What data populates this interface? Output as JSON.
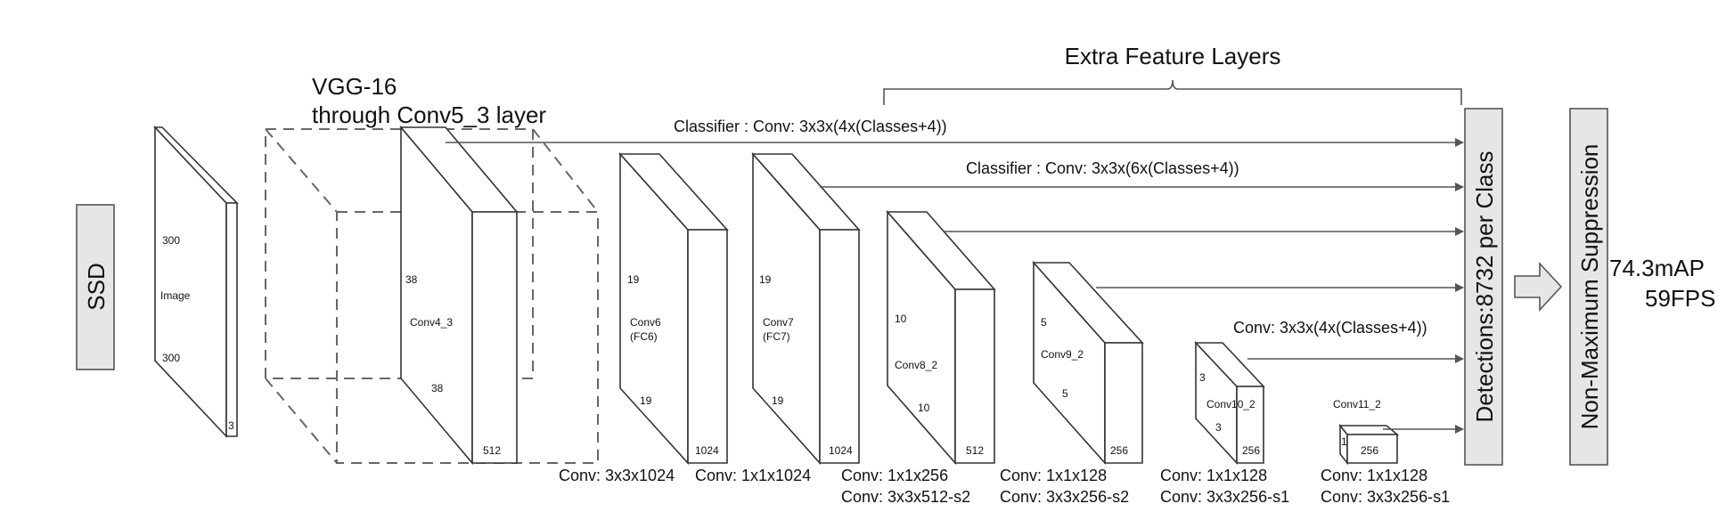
{
  "ssd": "SSD",
  "extra_feature_layers": "Extra Feature Layers",
  "vgg": {
    "line1": "VGG-16",
    "line2": "through Conv5_3 layer"
  },
  "image": {
    "top": "300",
    "mid": "Image",
    "bottom": "300",
    "depth": "3"
  },
  "conv4_3": {
    "h": "38",
    "name": "Conv4_3",
    "w": "38",
    "d": "512"
  },
  "conv6": {
    "h": "19",
    "name1": "Conv6",
    "name2": "(FC6)",
    "w": "19",
    "d": "1024",
    "caption": "Conv: 3x3x1024"
  },
  "conv7": {
    "h": "19",
    "name1": "Conv7",
    "name2": "(FC7)",
    "w": "19",
    "d": "1024",
    "caption": "Conv: 1x1x1024"
  },
  "conv8_2": {
    "h": "10",
    "name": "Conv8_2",
    "w": "10",
    "d": "512",
    "cap1": "Conv: 1x1x256",
    "cap2": "Conv:  3x3x512-s2"
  },
  "conv9_2": {
    "h": "5",
    "name": "Conv9_2",
    "w": "5",
    "d": "256",
    "cap1": "Conv: 1x1x128",
    "cap2": "Conv: 3x3x256-s2"
  },
  "conv10_2": {
    "h": "3",
    "name": "Conv10_2",
    "w": "3",
    "d": "256",
    "cap1": "Conv: 1x1x128",
    "cap2": "Conv: 3x3x256-s1"
  },
  "conv11_2": {
    "name": "Conv11_2",
    "h": "1",
    "d": "256",
    "cap1": "Conv: 1x1x128",
    "cap2": "Conv: 3x3x256-s1"
  },
  "classifier1": "Classifier : Conv: 3x3x(4x(Classes+4))",
  "classifier2": "Classifier : Conv: 3x3x(6x(Classes+4))",
  "classifier3": "Conv: 3x3x(4x(Classes+4))",
  "detections": "Detections:8732  per Class",
  "nms": "Non-Maximum Suppression",
  "result": {
    "map": "74.3mAP",
    "fps": "59FPS"
  }
}
